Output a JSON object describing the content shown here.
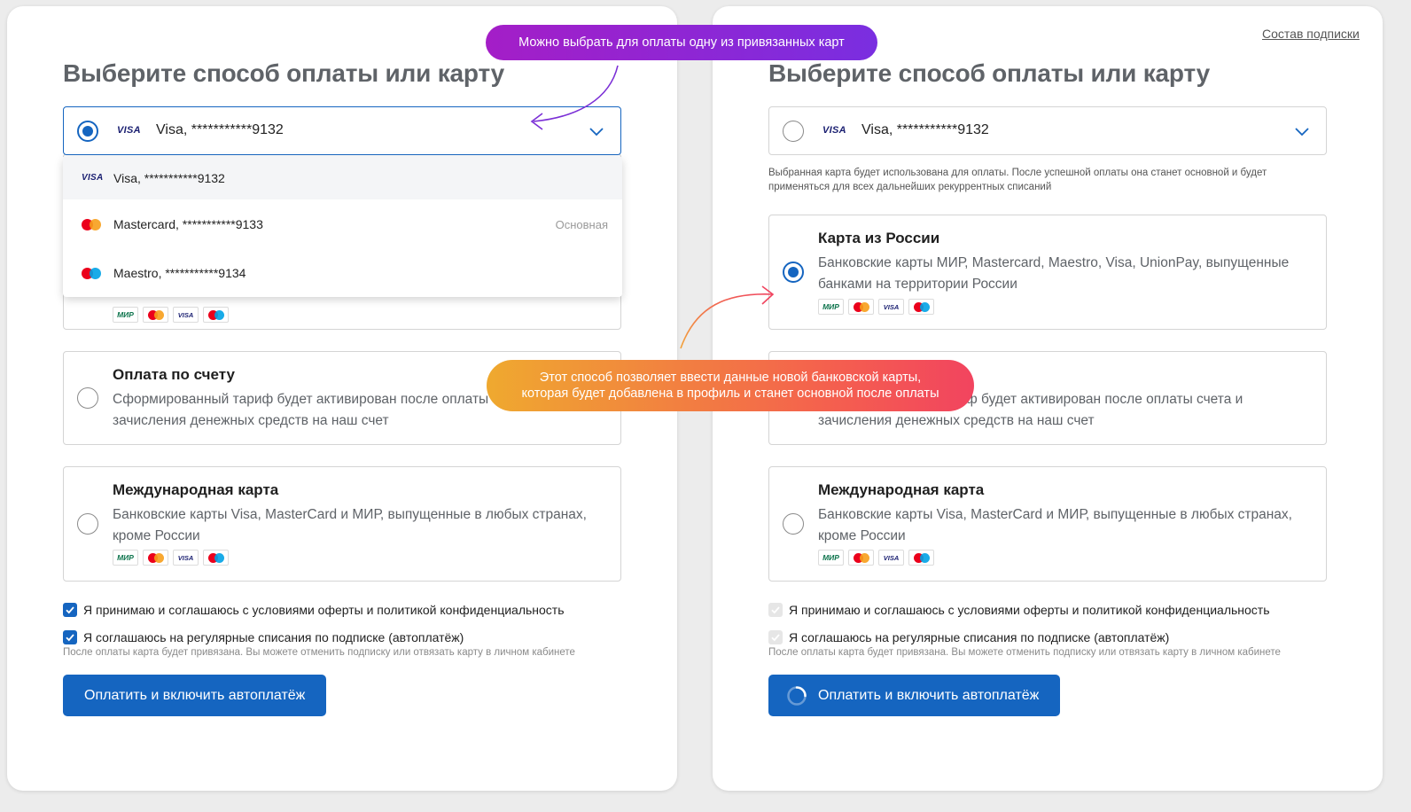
{
  "heading": "Выберите способ оплаты или карту",
  "top_link": "Состав подписки",
  "callouts": {
    "select_card": "Можно выбрать для оплаты одну из привязанных карт",
    "new_card_line1": "Этот способ позволяет ввести данные новой банковской карты,",
    "new_card_line2": "которая будет добавлена в профиль и станет основной после оплаты"
  },
  "card_select": {
    "brand": "VISA",
    "value": "Visa, ***********9132"
  },
  "dropdown": [
    {
      "brand": "VISA",
      "label": "Visa, ***********9132",
      "badge": ""
    },
    {
      "brand": "mastercard",
      "label": "Mastercard, ***********9133",
      "badge": "Основная"
    },
    {
      "brand": "maestro",
      "label": "Maestro, ***********9134",
      "badge": ""
    }
  ],
  "hint": "Выбранная карта будет использована для оплаты. После успешной оплаты она станет основной и будет применяться для всех дальнейших рекуррентных списаний",
  "methods": {
    "russia": {
      "title": "Карта из России",
      "desc": "Банковские карты МИР, Mastercard, Maestro, Visa, UnionPay, выпущенные банками на территории России"
    },
    "invoice": {
      "title": "Оплата по счету",
      "desc": "Сформированный тариф будет активирован после оплаты счета и зачисления денежных средств на наш счет",
      "desc_left_visible": "Сформированный тариф будет активирован после оплаты",
      "desc_right_line1": "ф будет активирован после оплаты счета и",
      "desc_line2": "зачисления денежных средств на наш счет"
    },
    "international": {
      "title": "Международная карта",
      "desc": "Банковские карты Visa, MasterCard и МИР, выпущенные в любых странах, кроме России"
    }
  },
  "logos": {
    "mir": "МИР",
    "visa": "VISA"
  },
  "agreements": {
    "offer": "Я принимаю и соглашаюсь с условиями оферты и политикой конфиденциальность",
    "autopay": "Я соглашаюсь на регулярные списания по подписке (автоплатёж)",
    "note": "После оплаты карта будет привязана. Вы можете отменить подписку или отвязать карту в личном кабинете"
  },
  "pay_button": "Оплатить и включить автоплатёж",
  "colors": {
    "accent": "#1565c0",
    "mir_green": "#0f754e",
    "visa_blue": "#1a1f71",
    "mc_red": "#eb001b",
    "mc_orange": "#f79e1b",
    "maestro_blue": "#00a2e5",
    "callout_purple": "#8b27d6",
    "callout_orange": "#f4604e"
  }
}
